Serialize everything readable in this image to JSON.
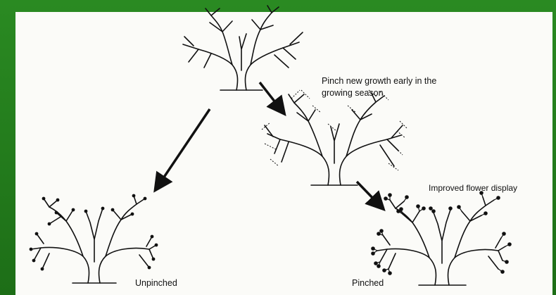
{
  "labels": {
    "pinch_line1": "Pinch new growth early in the",
    "pinch_line2": "growing season",
    "improved": "Improved flower display",
    "unpinched": "Unpinched",
    "pinched": "Pinched"
  },
  "colors": {
    "frame": "#1f7a1a",
    "paper": "#fbfbf8",
    "ink": "#111111"
  }
}
